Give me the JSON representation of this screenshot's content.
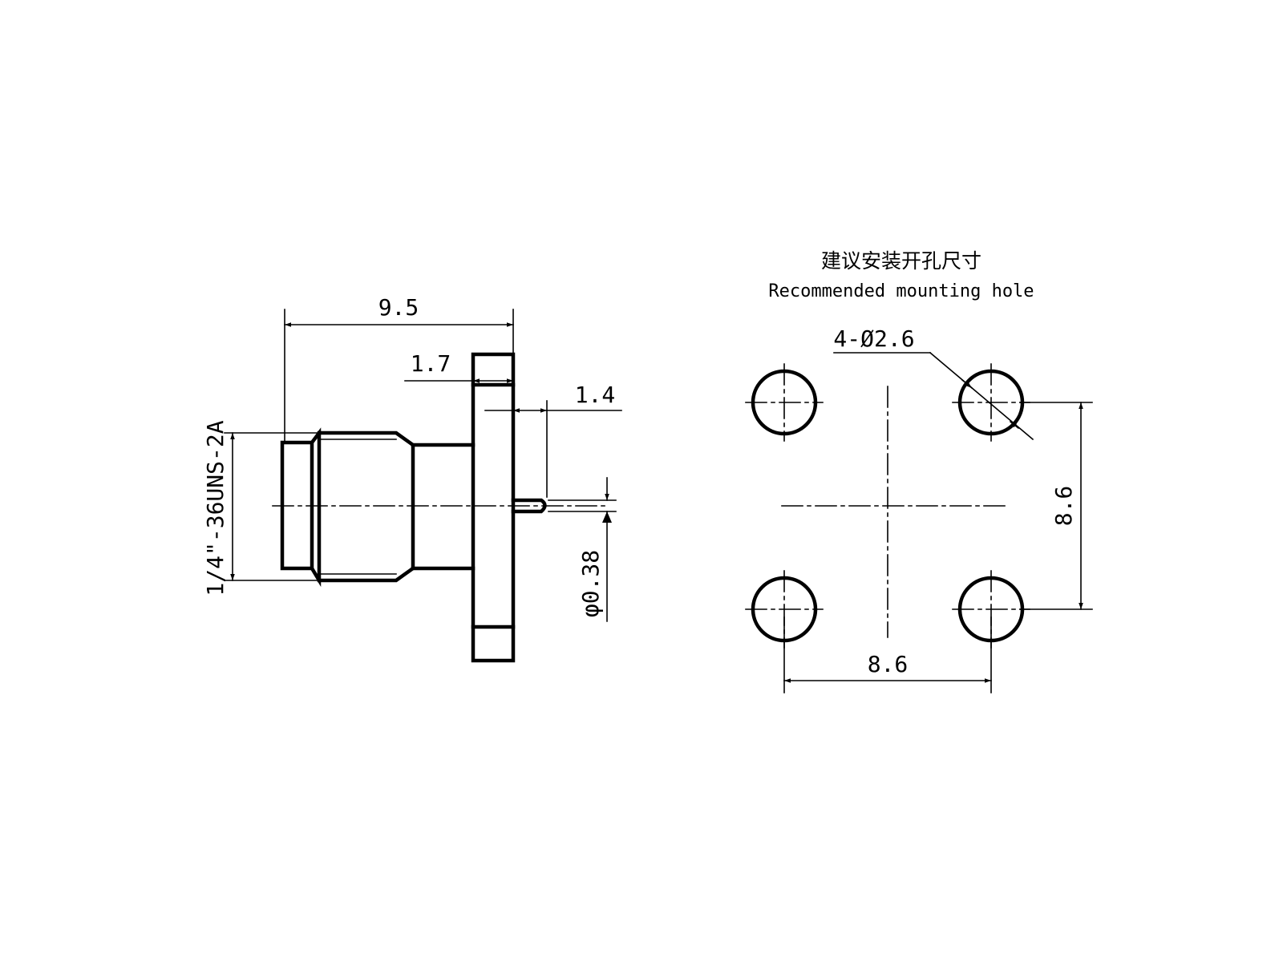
{
  "side_view": {
    "dim_overall_length": "9.5",
    "dim_flange_thickness": "1.7",
    "dim_pin_length": "1.4",
    "dim_thread": "1/4\"-36UNS-2A",
    "dim_pin_diameter": "φ0.38"
  },
  "mounting_hole": {
    "title_cn": "建议安装开孔尺寸",
    "title_en": "Recommended mounting hole",
    "hole_callout": "4-Ø2.6",
    "dim_vertical_spacing": "8.6",
    "dim_horizontal_spacing": "8.6",
    "hole_count": 4
  }
}
